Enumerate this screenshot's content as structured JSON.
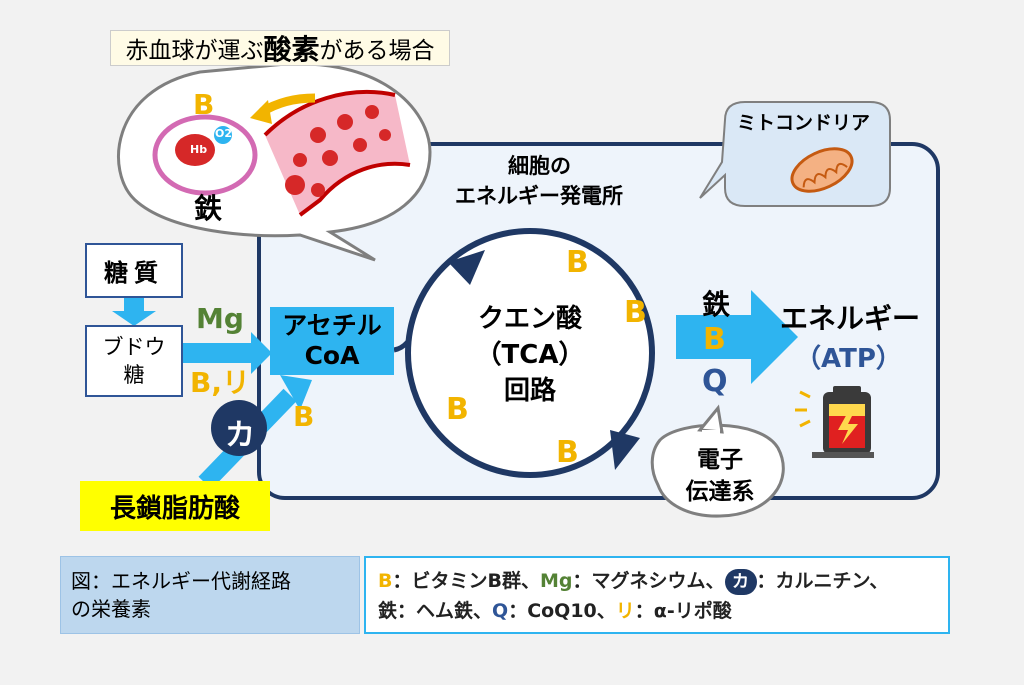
{
  "header": {
    "caption_before": "赤血球が運ぶ",
    "caption_emphasis": "酸素",
    "caption_after": "がある場合"
  },
  "bubble": {
    "b_label": "B",
    "iron_label": "鉄",
    "hb_label": "Hb",
    "o2_label": "O2"
  },
  "mitochondria": {
    "label": "ミトコンドリア"
  },
  "cell": {
    "title_line1": "細胞の",
    "title_line2": "エネルギー発電所"
  },
  "nodes": {
    "sugar": "糖質",
    "glucose_line1": "ブドウ",
    "glucose_line2": "糖",
    "acetyl_line1": "アセチル",
    "acetyl_line2": "CoA",
    "fatty_acid": "長鎖脂肪酸"
  },
  "arrow_labels": {
    "mg": "Mg",
    "b_ri": "B,リ",
    "carnitine": "カ",
    "b_fatty": "B",
    "iron": "鉄",
    "b_out": "B",
    "q": "Q"
  },
  "tca": {
    "line1": "クエン酸",
    "line2": "（TCA）",
    "line3": "回路",
    "b_markers": [
      "B",
      "B",
      "B",
      "B"
    ]
  },
  "electron": {
    "line1": "電子",
    "line2": "伝達系"
  },
  "energy": {
    "line1": "エネルギー",
    "line2": "（ATP）"
  },
  "legend": {
    "figure_caption_line1": "図：エネルギー代謝経路",
    "figure_caption_line2": "の栄養素",
    "b_key": "B",
    "b_desc": "：ビタミンB群、",
    "mg_key": "Mg",
    "mg_desc": "：マグネシウム、",
    "ka_key": "カ",
    "ka_desc": "：カルニチン、",
    "iron_key": "鉄",
    "iron_desc": "：ヘム鉄、",
    "q_key": "Q",
    "q_desc": "：CoQ10、",
    "ri_key": "リ",
    "ri_desc": "：α-リポ酸"
  },
  "colors": {
    "navy": "#1f3864",
    "sky": "#2eb4f0",
    "gold": "#f2b400",
    "green": "#548235",
    "yellow": "#ffff00"
  }
}
